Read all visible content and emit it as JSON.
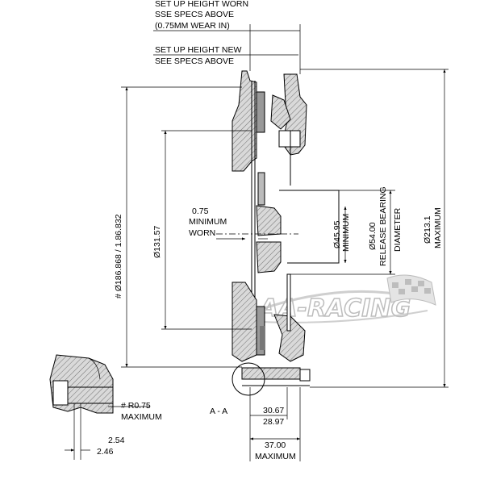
{
  "labels": {
    "setup_worn_1": "SET UP HEIGHT WORN",
    "setup_worn_2": "SSE SPECS ABOVE",
    "setup_worn_3": "(0.75MM WEAR  IN)",
    "setup_new_1": "SET UP HEIGHT NEW",
    "setup_new_2": "SEE SPECS ABOVE",
    "min_worn_1": "0.75",
    "min_worn_2": "MINIMUM",
    "min_worn_3": "WORN",
    "dia_186": "# Ø186.868 / 1.86.832",
    "dia_131": "Ø131.57",
    "dia_45_1": "Ø45.95",
    "dia_45_2": "MINIMUM",
    "dia_54_1": "Ø54.00",
    "dia_54_2": "RELEASE BEARING",
    "dia_54_3": "DIAMETER",
    "dia_213_1": "Ø213.1",
    "dia_213_2": "MAXIMUM",
    "section": "A - A",
    "r075_1": "# R0.75",
    "r075_2": "MAXIMUM",
    "d3067": "30.67",
    "d2897": "28.97",
    "d37_1": "37.00",
    "d37_2": "MAXIMUM",
    "d254": "2.54",
    "d246": "2.46",
    "logo": "AA-RACING"
  }
}
